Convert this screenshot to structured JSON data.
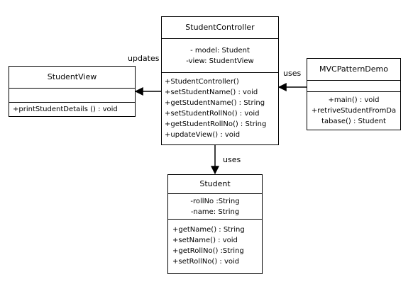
{
  "classes": {
    "controller": {
      "name": "StudentController",
      "attributes": [
        "- model: Student",
        "-view: StudentView"
      ],
      "methods": [
        "+StudentController()",
        "+setStudentName()  : void",
        "+getStudentName()  : String",
        "+setStudentRollNo()  : void",
        "+getStudentRollNo()  : String",
        "+updateView()  : void"
      ]
    },
    "view": {
      "name": "StudentView",
      "attributes": [],
      "methods": [
        "+printStudentDetails  () : void"
      ]
    },
    "demo": {
      "name": "MVCPatternDemo",
      "attributes": [],
      "methods": [
        "+main()  : void",
        "+retriveStudentFromDa",
        "tabase() : Student"
      ]
    },
    "student": {
      "name": "Student",
      "attributes": [
        "-rollNo  :String",
        "-name: String"
      ],
      "methods": [
        "+getName()  : String",
        "+setName()  : void",
        "+getRollNo()  :String",
        "+setRollNo()  : void"
      ]
    }
  },
  "relations": {
    "updates": "updates",
    "uses_demo": "uses",
    "uses_student": "uses"
  }
}
